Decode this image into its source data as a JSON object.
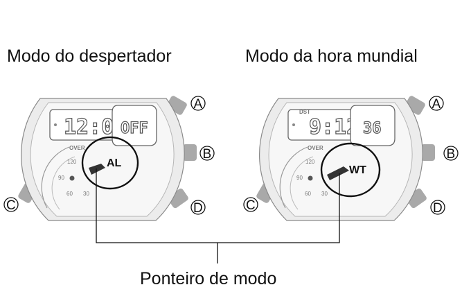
{
  "left_watch": {
    "title": "Modo do despertador",
    "time": "12:00",
    "sub_display": "OFF",
    "indicator": "",
    "badge": "AL",
    "scale_labels": [
      "OVER",
      "120",
      "90",
      "60",
      "30"
    ]
  },
  "right_watch": {
    "title": "Modo da hora mundial",
    "time": "9:12",
    "sub_display": "36",
    "indicator": "DST",
    "badge": "WT",
    "scale_labels": [
      "OVER",
      "120",
      "90",
      "60",
      "30"
    ]
  },
  "buttons": {
    "a": "A",
    "b": "B",
    "c": "C",
    "d": "D"
  },
  "caption": "Ponteiro de modo",
  "colors": {
    "case": "#c9c9c9",
    "case_stroke": "#8a8a8a",
    "button": "#a9a9a9",
    "pointer": "#333333",
    "line": "#111111"
  }
}
